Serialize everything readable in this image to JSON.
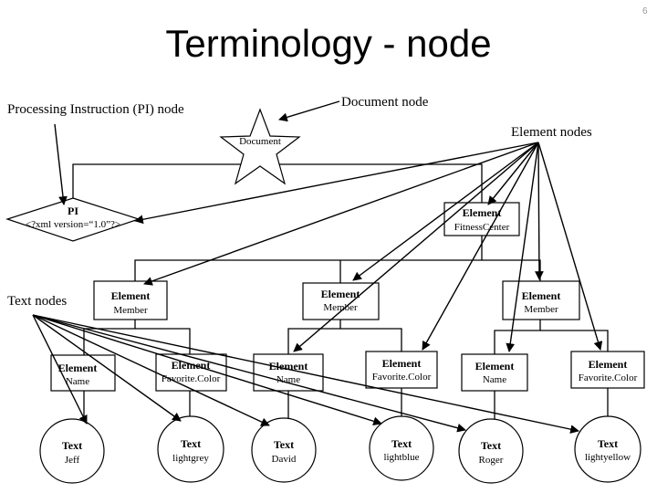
{
  "slide_number": "6",
  "title": "Terminology - node",
  "labels": {
    "pi_node": "Processing Instruction (PI) node",
    "document_node": "Document node",
    "element_nodes": "Element nodes",
    "text_nodes": "Text nodes"
  },
  "nodes": {
    "document": "Document",
    "pi": {
      "type": "PI",
      "value": "<?xml version=“1.0”?>"
    },
    "fitness_center": {
      "type": "Element",
      "name": "FitnessCenter"
    },
    "members": [
      {
        "type": "Element",
        "name": "Member"
      },
      {
        "type": "Element",
        "name": "Member"
      },
      {
        "type": "Element",
        "name": "Member"
      }
    ],
    "leaf_elements": [
      {
        "type": "Element",
        "name": "Name"
      },
      {
        "type": "Element",
        "name": "Favorite.Color"
      },
      {
        "type": "Element",
        "name": "Name"
      },
      {
        "type": "Element",
        "name": "Favorite.Color"
      },
      {
        "type": "Element",
        "name": "Name"
      },
      {
        "type": "Element",
        "name": "Favorite.Color"
      }
    ],
    "texts": [
      {
        "type": "Text",
        "value": "Jeff"
      },
      {
        "type": "Text",
        "value": "lightgrey"
      },
      {
        "type": "Text",
        "value": "David"
      },
      {
        "type": "Text",
        "value": "lightblue"
      },
      {
        "type": "Text",
        "value": "Roger"
      },
      {
        "type": "Text",
        "value": "lightyellow"
      }
    ]
  }
}
